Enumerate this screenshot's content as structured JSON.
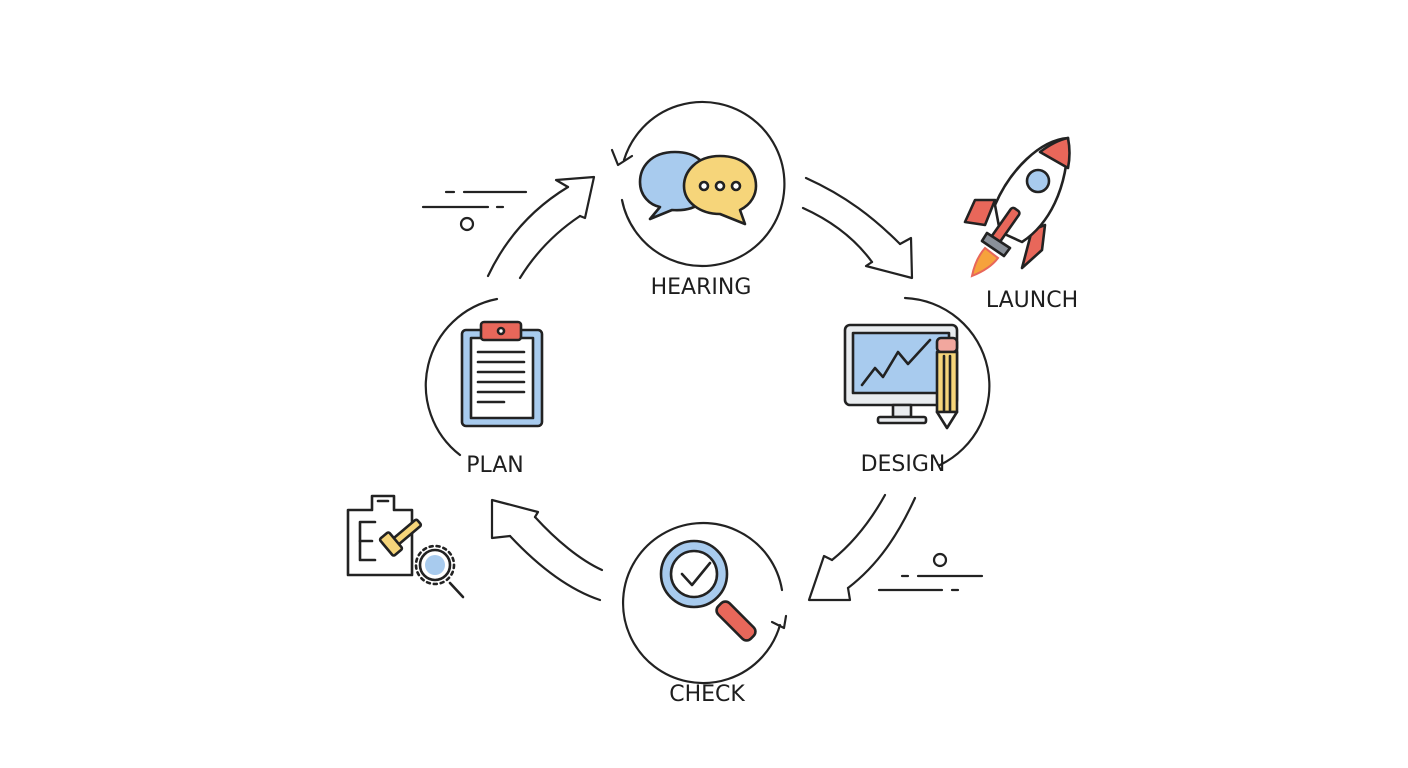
{
  "stages": {
    "hearing": "HEARING",
    "design": "DESIGN",
    "check": "CHECK",
    "plan": "PLAN",
    "launch": "LAUNCH"
  },
  "colors": {
    "blue": "#a8cbee",
    "yellow": "#f6d57a",
    "red": "#e8675a",
    "stroke": "#222222"
  },
  "icons": [
    "speech-bubbles-icon",
    "monitor-chart-icon",
    "pencil-icon",
    "magnifier-check-icon",
    "clipboard-icon",
    "rocket-icon",
    "clipboard-hammer-gear-icon"
  ]
}
